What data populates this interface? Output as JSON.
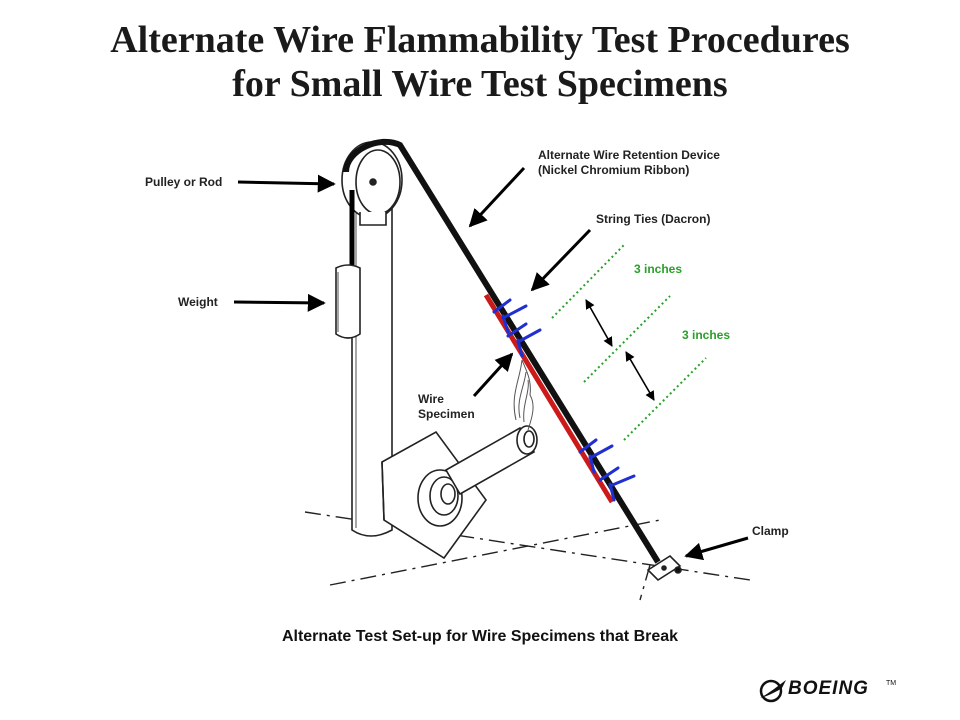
{
  "title": {
    "line1": "Alternate Wire Flammability Test Procedures",
    "line2": "for Small Wire Test Specimens"
  },
  "labels": {
    "pulley": "Pulley or Rod",
    "weight": "Weight",
    "retention_line1": "Alternate Wire Retention Device",
    "retention_line2": "(Nickel Chromium Ribbon)",
    "string_ties": "String Ties (Dacron)",
    "spacing_upper": "3 inches",
    "spacing_lower": "3 inches",
    "wire_line1": "Wire",
    "wire_line2": "Specimen",
    "clamp": "Clamp"
  },
  "caption": "Alternate Test Set-up for Wire Specimens that Break",
  "logo": {
    "text": "BOEING",
    "mark": "TM"
  },
  "colors": {
    "ribbon": "#111111",
    "wire_specimen": "#cc1a1a",
    "string_ties": "#1f2fd0",
    "spacing_guides": "#2aa02a"
  },
  "icons": [
    "boeing-logo-icon"
  ]
}
